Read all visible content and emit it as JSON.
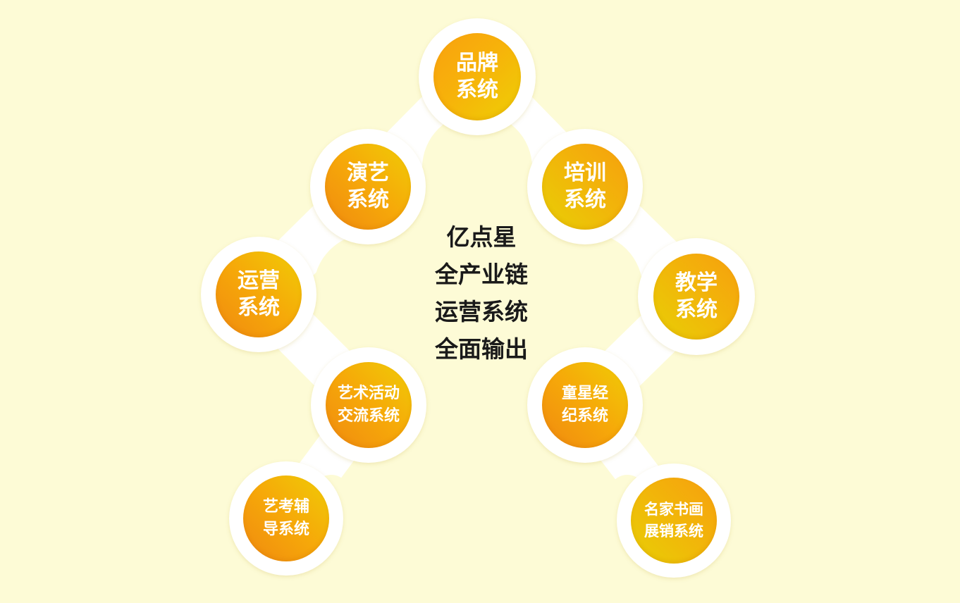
{
  "colors": {
    "background": "#fdfbd6",
    "node_ring": "#ffffff",
    "node_fill_start": "#f59a0f",
    "node_fill_end": "#eecf05",
    "center_text": "#1a1a1a"
  },
  "center": {
    "lines": [
      "亿点星",
      "全产业链",
      "运营系统",
      "全面输出"
    ]
  },
  "nodes": {
    "brand": [
      "品牌",
      "系统"
    ],
    "performance": [
      "演艺",
      "系统"
    ],
    "training": [
      "培训",
      "系统"
    ],
    "operation": [
      "运营",
      "系统"
    ],
    "teaching": [
      "教学",
      "系统"
    ],
    "art_exchange": [
      "艺术活动",
      "交流系统"
    ],
    "child_star": [
      "童星经",
      "纪系统"
    ],
    "art_exam": [
      "艺考辅",
      "导系统"
    ],
    "painting_sales": [
      "名家书画",
      "展销系统"
    ]
  }
}
